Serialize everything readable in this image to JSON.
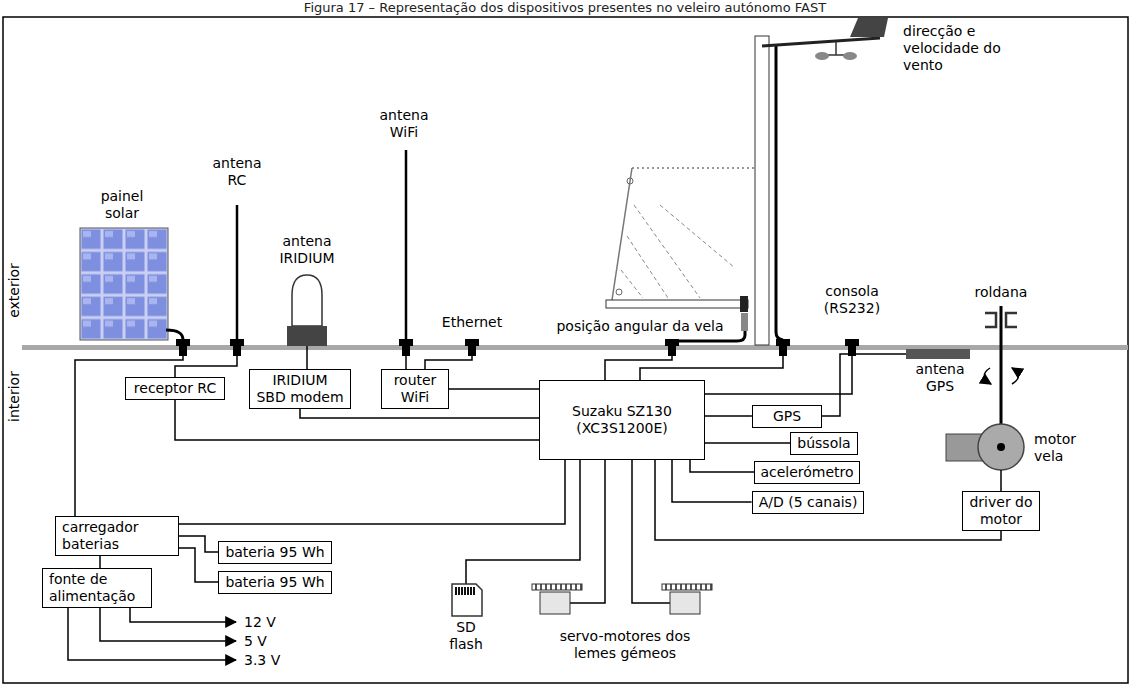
{
  "diagram": {
    "title": "Figura 17 – Representação dos dispositivos presentes no veleiro autónomo FAST",
    "nodes": [
      {
        "text": [
          "receptor RC"
        ]
      },
      {
        "text": [
          "IRIDIUM SBD modem"
        ]
      },
      {
        "text": [
          "router WiFi"
        ]
      },
      {
        "text": [
          "Suzaku SZ130 (XC3S1200E)"
        ]
      },
      {
        "text": [
          "GPS"
        ]
      },
      {
        "text": [
          "bússola"
        ]
      },
      {
        "text": [
          "acelerómetro"
        ]
      },
      {
        "text": [
          "A/D (5 canais)"
        ]
      },
      {
        "text": [
          "driver do motor"
        ]
      },
      {
        "text": [
          "carregador baterias"
        ]
      },
      {
        "text": [
          "bateria 95 Wh"
        ]
      },
      {
        "text": [
          "bateria 95 Wh"
        ]
      },
      {
        "text": [
          "fonte de alimentação"
        ]
      }
    ],
    "edges": [
      {
        "from": 0,
        "to": 3,
        "arrow": "none"
      },
      {
        "from": 1,
        "to": 3,
        "arrow": "none"
      },
      {
        "from": 2,
        "to": 3,
        "arrow": "none"
      },
      {
        "from": 3,
        "to": 4,
        "arrow": "none"
      },
      {
        "from": 3,
        "to": 5,
        "arrow": "none"
      },
      {
        "from": 3,
        "to": 6,
        "arrow": "none"
      },
      {
        "from": 3,
        "to": 7,
        "arrow": "none"
      },
      {
        "from": 3,
        "to": 8,
        "arrow": "none"
      },
      {
        "from": 9,
        "to": 3,
        "arrow": "none"
      },
      {
        "from": 9,
        "to": 10,
        "arrow": "none"
      },
      {
        "from": 9,
        "to": 11,
        "arrow": "none"
      },
      {
        "from": 9,
        "to": 12,
        "arrow": "none"
      }
    ],
    "labels": [
      "exterior",
      "interior",
      "painel solar",
      "antena RC",
      "antena IRIDIUM",
      "antena WiFi",
      "Ethernet",
      "posição angular da vela",
      "direcção e velocidade do vento",
      "consola (RS232)",
      "roldana",
      "antena GPS",
      "motor vela",
      "SD flash",
      "servo-motores dos lemes gémeos",
      "12 V",
      "5 V",
      "3.3 V"
    ]
  }
}
